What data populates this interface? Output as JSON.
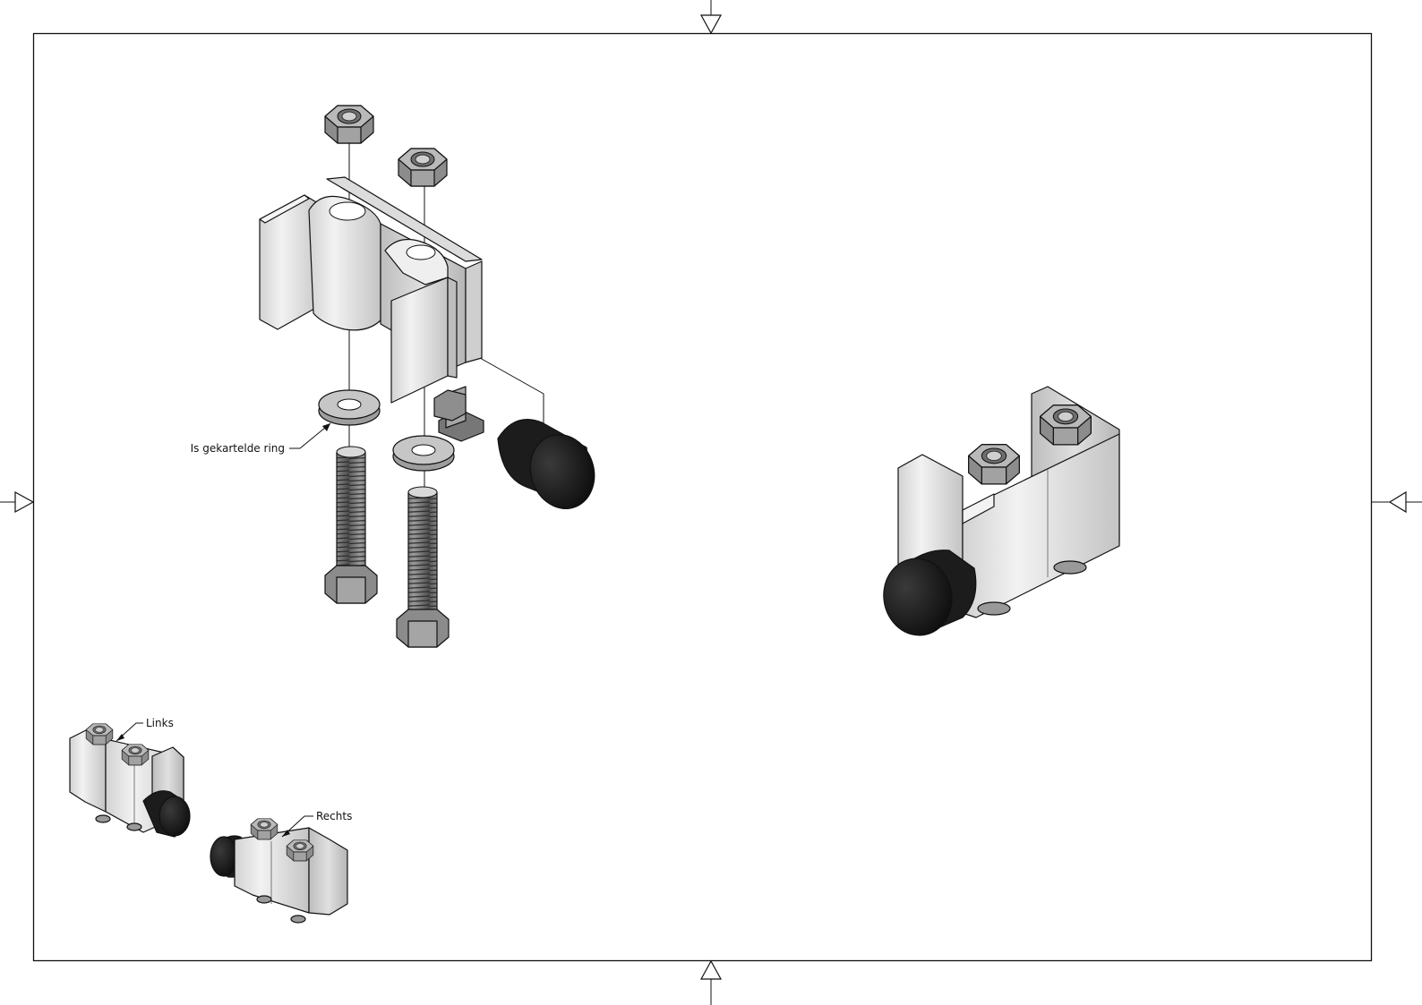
{
  "drawing": {
    "labels": {
      "knurled_ring": "Is gekartelde ring",
      "left": "Links",
      "right": "Rechts"
    }
  },
  "colors": {
    "frame": "#111111",
    "aluminium_light": "#e4e4e4",
    "aluminium_mid": "#c9c9c9",
    "aluminium_dark": "#a9a9a9",
    "steel": "#8a8a8a",
    "rubber": "#1b1b1b"
  },
  "views": [
    "exploded-view",
    "assembled-view",
    "left-right-variants"
  ]
}
